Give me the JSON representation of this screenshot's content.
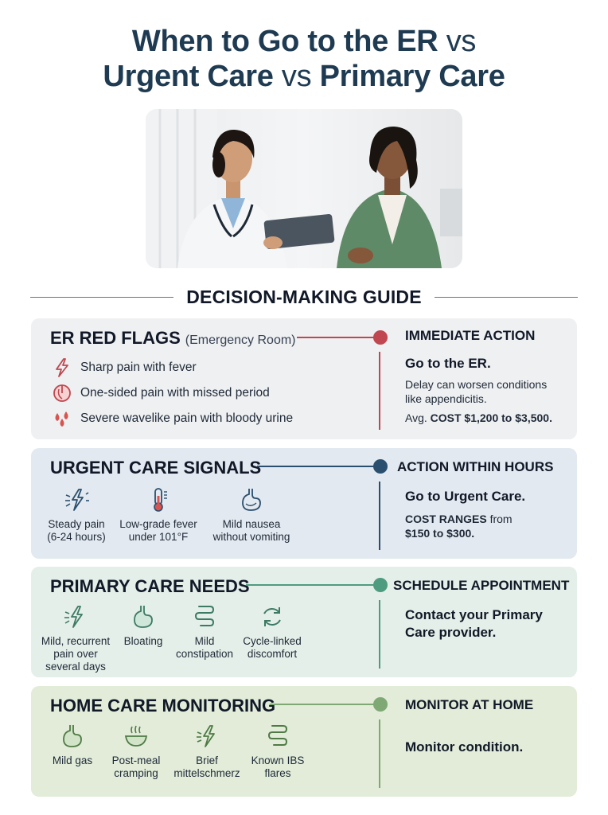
{
  "title": {
    "line1_main": "When to Go to the ER",
    "line1_vs": "vs",
    "line2_a": "Urgent Care",
    "line2_vs": "vs",
    "line2_b": "Primary Care"
  },
  "guide_heading": "DECISION-MAKING GUIDE",
  "colors": {
    "title": "#1f3b52",
    "er_accent": "#c0474f",
    "urgent_accent": "#2a4f6e",
    "primary_accent": "#4e9c7f",
    "home_accent": "#7ea874"
  },
  "er": {
    "heading": "ER RED FLAGS",
    "subheading": "(Emergency Room)",
    "items": [
      {
        "icon": "lightning-icon",
        "text": "Sharp pain with fever"
      },
      {
        "icon": "calendar-icon",
        "text": "One-sided pain with missed period"
      },
      {
        "icon": "blood-drops-icon",
        "text": "Severe wavelike pain with bloody urine"
      }
    ],
    "action_heading": "IMMEDIATE ACTION",
    "action_main": "Go to the ER.",
    "action_note_1": "Delay can worsen conditions",
    "action_note_2": "like appendicitis.",
    "cost_prefix": "Avg.",
    "cost_value": "COST $1,200 to $3,500."
  },
  "urgent": {
    "heading": "URGENT CARE SIGNALS",
    "items": [
      {
        "icon": "pain-burst-icon",
        "line1": "Steady pain",
        "line2": "(6-24 hours)"
      },
      {
        "icon": "thermometer-icon",
        "line1": "Low-grade fever",
        "line2": "under 101°F"
      },
      {
        "icon": "stomach-icon",
        "line1": "Mild nausea",
        "line2": "without vomiting"
      }
    ],
    "action_heading": "ACTION WITHIN HOURS",
    "action_main": "Go to Urgent Care.",
    "cost_line1_bold": "COST RANGES",
    "cost_line1_rest": "from",
    "cost_line2": "$150 to $300."
  },
  "primary": {
    "heading": "PRIMARY CARE NEEDS",
    "items": [
      {
        "icon": "pain-burst-icon",
        "line1": "Mild, recurrent",
        "line2": "pain over",
        "line3": "several days"
      },
      {
        "icon": "stomach-icon",
        "line1": "Bloating",
        "line2": "",
        "line3": ""
      },
      {
        "icon": "intestine-icon",
        "line1": "Mild",
        "line2": "constipation",
        "line3": ""
      },
      {
        "icon": "cycle-icon",
        "line1": "Cycle-linked",
        "line2": "discomfort",
        "line3": ""
      }
    ],
    "action_heading": "SCHEDULE APPOINTMENT",
    "action_main_1": "Contact your Primary",
    "action_main_2": "Care provider."
  },
  "home": {
    "heading": "HOME CARE MONITORING",
    "items": [
      {
        "icon": "stomach-icon",
        "line1": "Mild gas",
        "line2": ""
      },
      {
        "icon": "bowl-icon",
        "line1": "Post-meal",
        "line2": "cramping"
      },
      {
        "icon": "lightning-icon",
        "line1": "Brief",
        "line2": "mittelschmerz"
      },
      {
        "icon": "intestine-icon",
        "line1": "Known IBS",
        "line2": "flares"
      }
    ],
    "action_heading": "MONITOR AT HOME",
    "action_main": "Monitor condition."
  }
}
